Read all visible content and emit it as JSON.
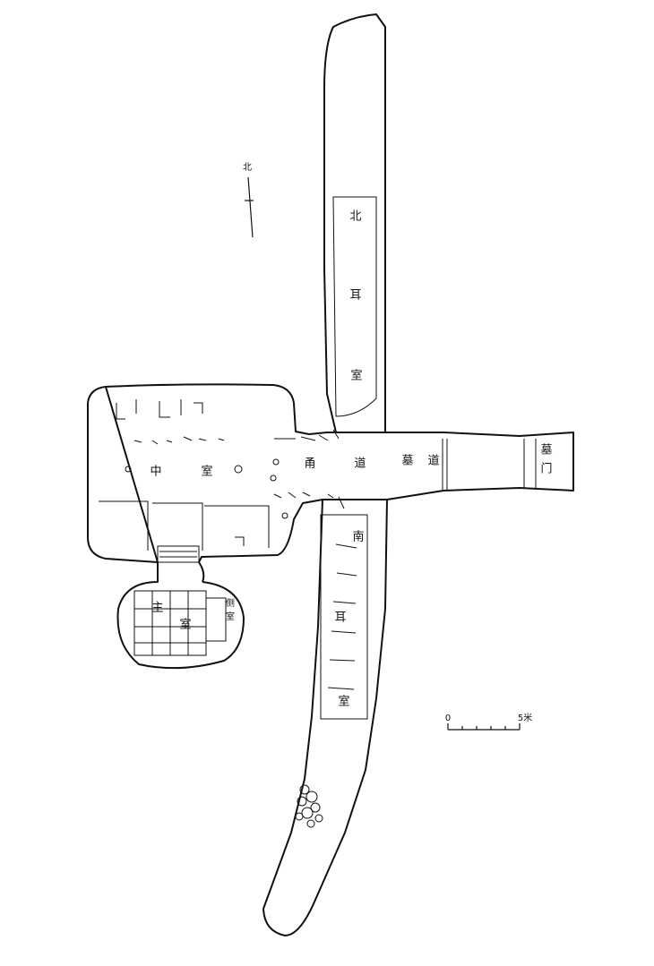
{
  "north": {
    "label": "北"
  },
  "rooms": {
    "north_ear": [
      "北",
      "耳",
      "室"
    ],
    "south_ear": [
      "南",
      "耳",
      "室"
    ],
    "middle": [
      "中",
      "室"
    ],
    "main": [
      "主",
      "室"
    ],
    "side": [
      "侧",
      "室"
    ],
    "gate": [
      "墓",
      "门"
    ]
  },
  "passages": {
    "yongdao": [
      "甬",
      "道"
    ],
    "mudao": [
      "墓",
      "道"
    ]
  },
  "scale": {
    "start": "0",
    "end": "5米"
  }
}
